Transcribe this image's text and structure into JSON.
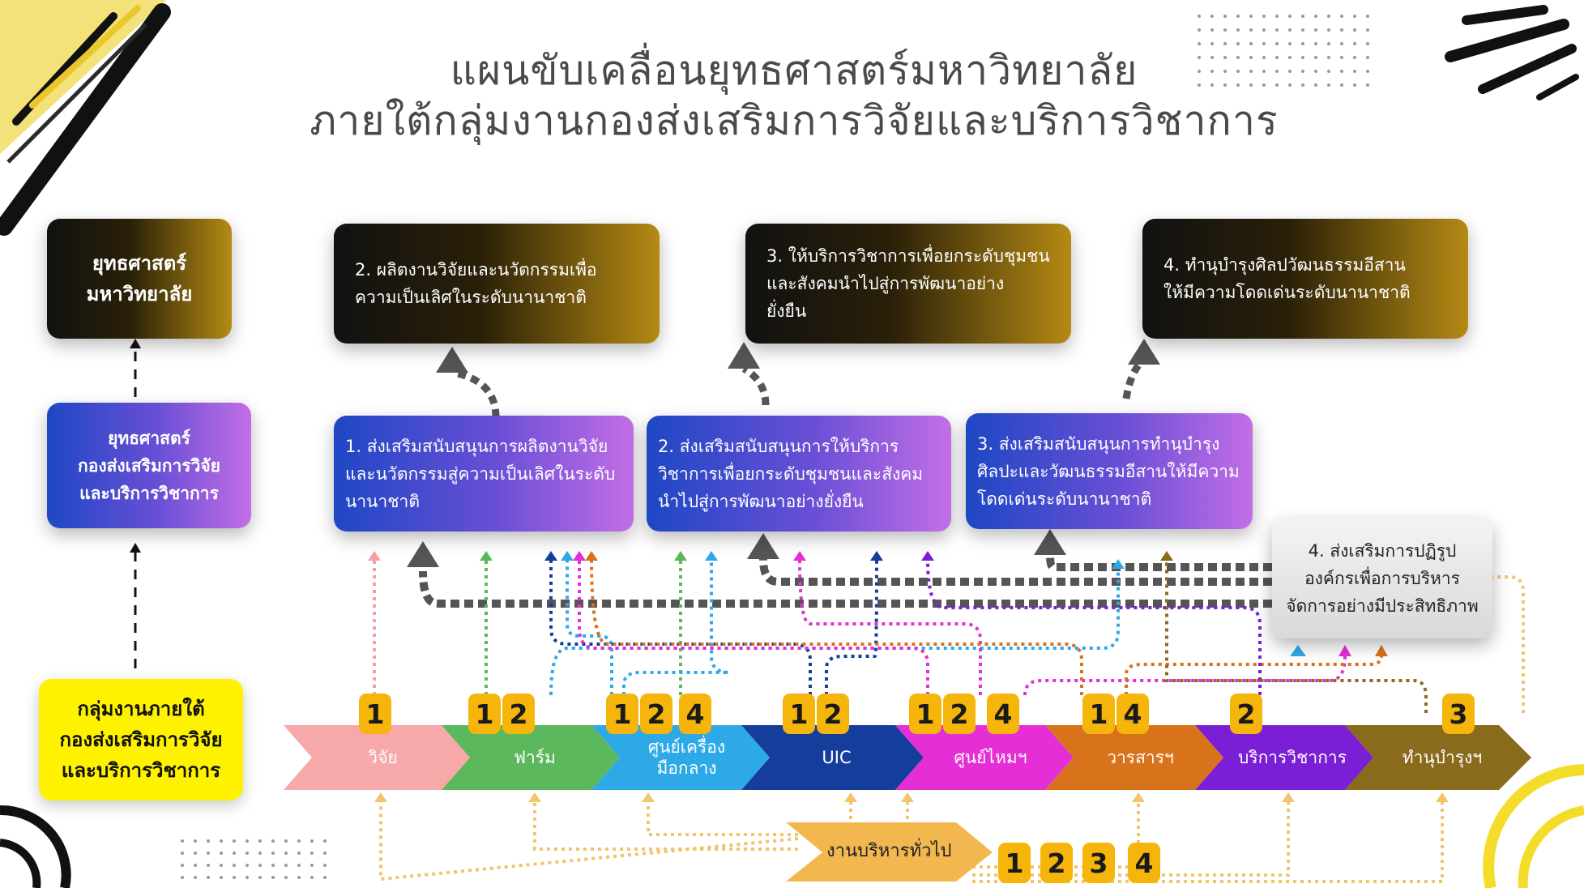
{
  "title": {
    "line1": "แผนขับเคลื่อนยุทธศาสตร์มหาวิทยาลัย",
    "line2": "ภายใต้กลุ่มงานกองส่งเสริมการวิจัยและบริการวิชาการ"
  },
  "left_column": {
    "university_strategy": "ยุทธศาสตร์\nมหาวิทยาลัย",
    "division_strategy": "ยุทธศาสตร์\nกองส่งเสริมการวิจัย\nและบริการวิชาการ",
    "work_groups": "กลุ่มงานภายใต้\nกองส่งเสริมการวิจัย\nและบริการวิชาการ"
  },
  "university_goals": [
    "2. ผลิตงานวิจัยและนวัตกรรมเพื่อ\nความเป็นเลิศในระดับนานาชาติ",
    "3. ให้บริการวิชาการเพื่อยกระดับชุมชน\nและสังคมนำไปสู่การพัฒนาอย่าง\nยั่งยืน",
    "4. ทำนุบำรุงศิลปวัฒนธรรมอีสาน\nให้มีความโดดเด่นระดับนานาชาติ"
  ],
  "division_objectives": [
    "1. ส่งเสริมสนับสนุนการผลิตงานวิจัย\nและนวัตกรรมสู่ความเป็นเลิศในระดับ\nนานาชาติ",
    "2. ส่งเสริมสนับสนุนการให้บริการ\nวิชาการเพื่อยกระดับชุมชนและสังคม\nนำไปสู่การพัฒนาอย่างยั่งยืน",
    "3. ส่งเสริมสนับสนุนการทำนุบำรุง\nศิลปะและวัฒนธรรมอีสานให้มีความ\nโดดเด่นระดับนานาชาติ",
    "4. ส่งเสริมการปฏิรูป\nองค์กรเพื่อการบริหาร\nจัดการอย่างมีประสิทธิภาพ"
  ],
  "units": [
    {
      "label": "วิจัย",
      "color": "#f7a8a8",
      "numbers": [
        "1"
      ]
    },
    {
      "label": "ฟาร์ม",
      "color": "#5cb85c",
      "numbers": [
        "1",
        "2"
      ]
    },
    {
      "label": "ศูนย์เครื่อง\nมือกลาง",
      "color": "#2ea9e8",
      "numbers": [
        "1",
        "2",
        "4"
      ]
    },
    {
      "label": "UIC",
      "color": "#143d9c",
      "numbers": [
        "1",
        "2"
      ]
    },
    {
      "label": "ศูนย์ไหมฯ",
      "color": "#e62ed6",
      "numbers": [
        "1",
        "2",
        "4"
      ]
    },
    {
      "label": "วารสารฯ",
      "color": "#d8731c",
      "numbers": [
        "1",
        "4"
      ]
    },
    {
      "label": "บริการวิชาการ",
      "color": "#7a1fd6",
      "numbers": [
        "2"
      ]
    },
    {
      "label": "ทำนุบำรุงฯ",
      "color": "#8a6a1c",
      "numbers": [
        "3"
      ]
    }
  ],
  "general_admin": {
    "label": "งานบริหารทั่วไป",
    "numbers": [
      "1",
      "2",
      "3",
      "4"
    ]
  }
}
